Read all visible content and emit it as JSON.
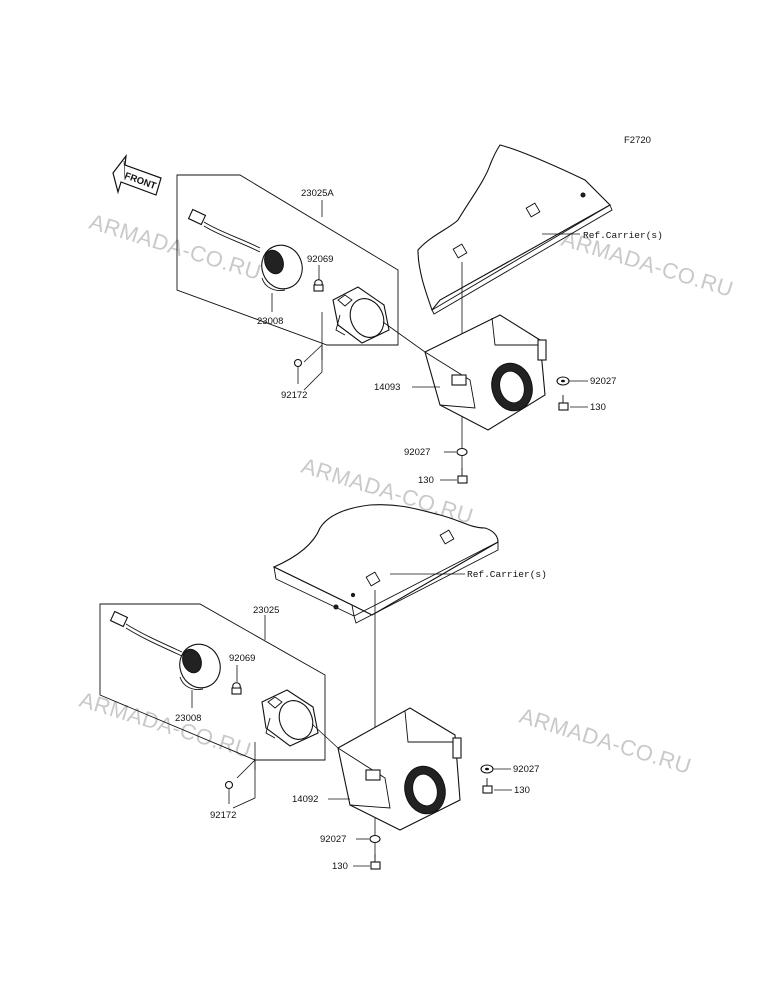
{
  "diagram_code": "F2720",
  "front_arrow_label": "FRONT",
  "watermark": "ARMADA-CO.RU",
  "upper": {
    "assembly": "23025A",
    "socket": "23008",
    "bulb": "92069",
    "screw": "92172",
    "bracket": "14093",
    "washer_side": "92027",
    "bolt_side": "130",
    "washer_bottom": "92027",
    "bolt_bottom": "130",
    "carrier_ref": "Ref.Carrier(s)"
  },
  "lower": {
    "assembly": "23025",
    "socket": "23008",
    "bulb": "92069",
    "screw": "92172",
    "bracket": "14092",
    "washer_side": "92027",
    "bolt_side": "130",
    "washer_bottom": "92027",
    "bolt_bottom": "130",
    "carrier_ref": "Ref.Carrier(s)"
  }
}
